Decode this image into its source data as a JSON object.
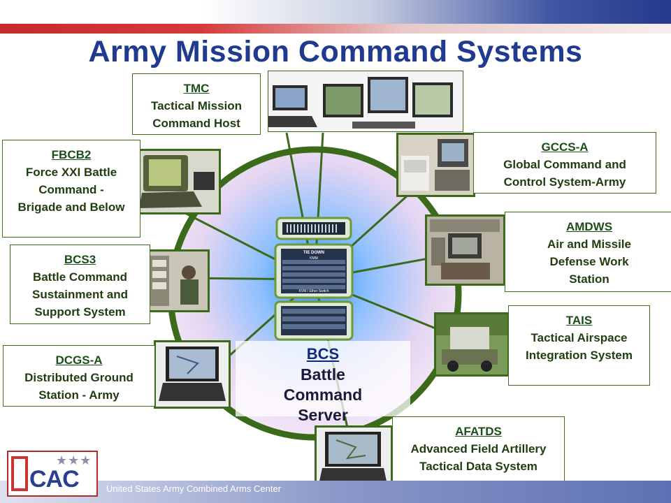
{
  "title": "Army Mission Command Systems",
  "footer": "United States Army Combined Arms Center",
  "logo": {
    "text": "CAC",
    "stars": "★★★"
  },
  "center": {
    "abbr": "BCS",
    "full": "Battle Command Server"
  },
  "systems": {
    "tmc": {
      "abbr": "TMC",
      "full": "Tactical Mission Command Host"
    },
    "fbcb2": {
      "abbr": "FBCB2",
      "full": "Force XXI Battle Command - Brigade and Below"
    },
    "bcs3": {
      "abbr": "BCS3",
      "full": "Battle Command Sustainment and Support System"
    },
    "dcgsa": {
      "abbr": "DCGS-A",
      "full": "Distributed Ground Station - Army"
    },
    "gccsa": {
      "abbr": "GCCS-A",
      "full": "Global Command and Control System-Army"
    },
    "amdws": {
      "abbr": "AMDWS",
      "full": "Air and Missile Defense Work Station"
    },
    "tais": {
      "abbr": "TAIS",
      "full": "Tactical Airspace Integration System"
    },
    "afatds": {
      "abbr": "AFATDS",
      "full": "Advanced Field Artillery Tactical Data System"
    }
  },
  "server_labels": {
    "tie_down": "TIE DOWN",
    "kmm": "KMM",
    "kvm": "KVM / Ether Switch"
  },
  "colors": {
    "title": "#1f3a8f",
    "ring": "#3b6a1a",
    "accent_red": "#c72a2a"
  }
}
